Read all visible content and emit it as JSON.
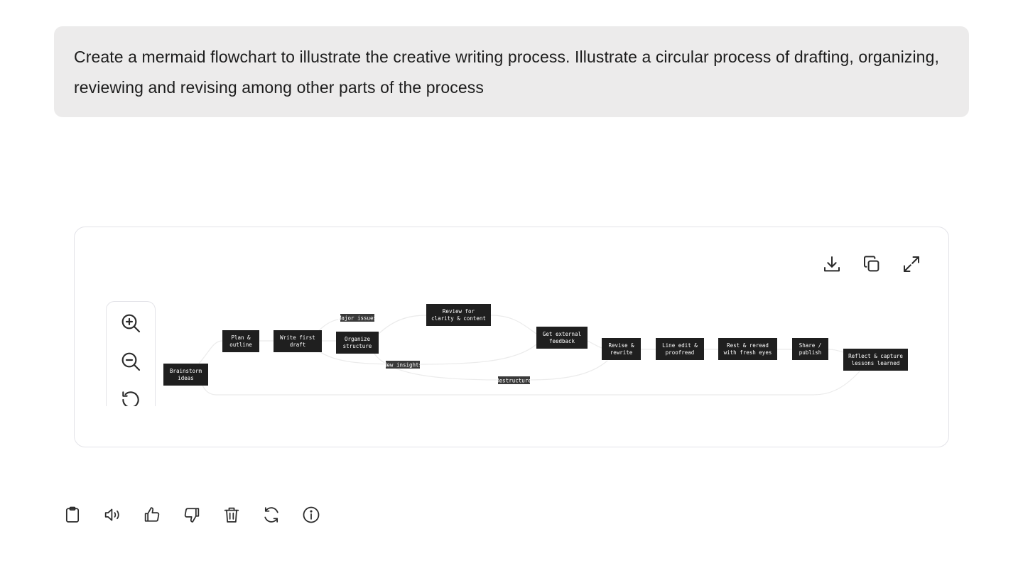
{
  "user_message": {
    "text": "Create a mermaid flowchart to illustrate the creative writing process. Illustrate a circular process of drafting, organizing, reviewing and revising among other parts of the process"
  },
  "diagram": {
    "toolbar_icons": [
      "download-icon",
      "copy-icon",
      "expand-icon"
    ],
    "zoom_icons": [
      "zoom-in-icon",
      "zoom-out-icon",
      "reset-icon"
    ],
    "nodes": {
      "brainstorm": [
        "Brainstorm",
        "ideas"
      ],
      "plan": [
        "Plan &",
        "outline"
      ],
      "draft": [
        "Write first",
        "draft"
      ],
      "organize": [
        "Organize",
        "structure"
      ],
      "review": [
        "Review for",
        "clarity & content"
      ],
      "feedback": [
        "Get external",
        "feedback"
      ],
      "revise": [
        "Revise &",
        "rewrite"
      ],
      "lineedit": [
        "Line edit &",
        "proofread"
      ],
      "rest": [
        "Rest & reread",
        "with fresh eyes"
      ],
      "share": [
        "Share /",
        "publish"
      ],
      "reflect": [
        "Reflect & capture",
        "lessons learned"
      ]
    },
    "edge_labels": {
      "major_issues": "Major issues",
      "new_insights": "New insights",
      "restructure": "Restructure"
    }
  },
  "message_actions": [
    "clipboard-icon",
    "speaker-icon",
    "thumbs-up-icon",
    "thumbs-down-icon",
    "trash-icon",
    "regenerate-icon",
    "info-icon"
  ]
}
